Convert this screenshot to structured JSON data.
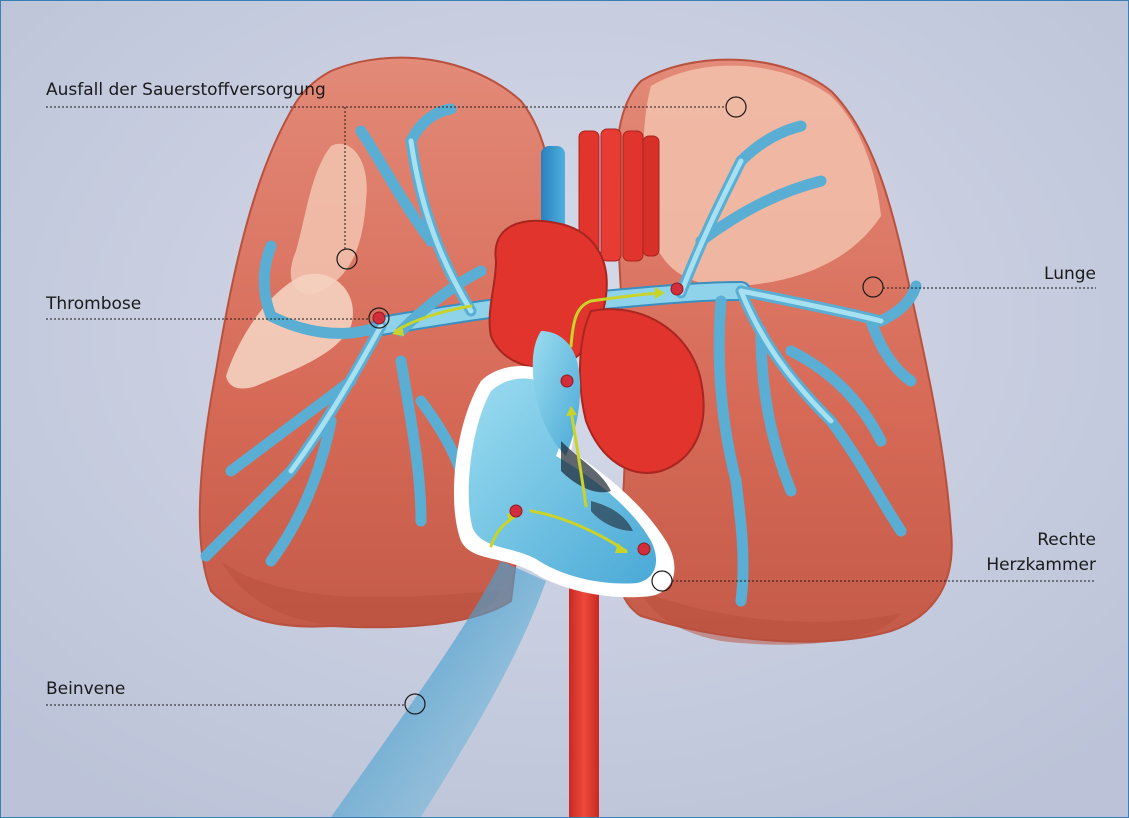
{
  "labels": {
    "oxygen_failure": "Ausfall der Sauerstoffversorgung",
    "thrombosis": "Thrombose",
    "lung": "Lunge",
    "right_ventricle_line1": "Rechte",
    "right_ventricle_line2": "Herzkammer",
    "leg_vein": "Beinvene"
  },
  "colors": {
    "background": "#c4cbde",
    "frame_border": "#3a7fb5",
    "lung": "#d9705e",
    "lung_dark": "#b8503f",
    "ischemic_area": "#f4c9b5",
    "vessel_blue": "#8fd3ea",
    "vessel_blue_dark": "#3a8fc0",
    "aorta_red": "#e0342c",
    "clot": "#d22d3a",
    "flow_arrow": "#c8d42a"
  }
}
